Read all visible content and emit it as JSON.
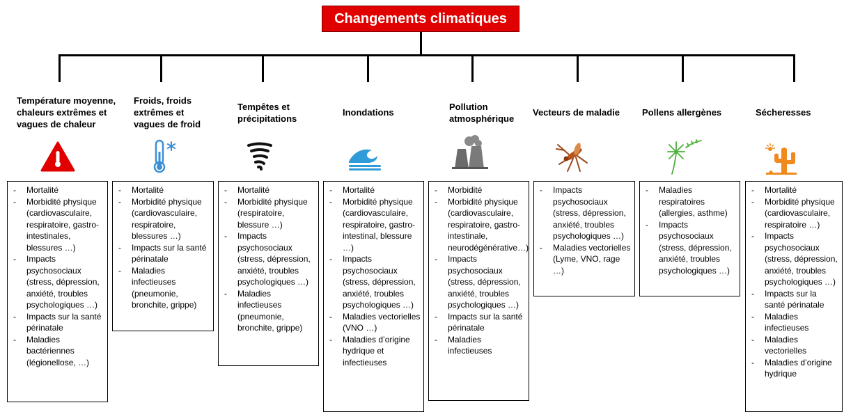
{
  "root": {
    "title": "Changements climatiques",
    "color": "#e00000"
  },
  "categories": [
    {
      "title": "Température moyenne, chaleurs extrêmes et vagues de chaleur",
      "icon": "warning-thermometer-icon",
      "items": [
        "Mortalité",
        "Morbidité physique (cardiovasculaire, respiratoire, gastro-intestinales, blessures …)",
        "Impacts psychosociaux (stress, dépression, anxiété, troubles psychologiques …)",
        "Impacts sur la santé périnatale",
        "Maladies bactériennes (légionellose, …)"
      ]
    },
    {
      "title": "Froids, froids extrêmes et vagues de froid",
      "icon": "thermometer-snowflake-icon",
      "items": [
        "Mortalité",
        "Morbidité physique (cardiovasculaire, respiratoire, blessures …)",
        "Impacts sur la santé périnatale",
        "Maladies infectieuses (pneumonie, bronchite, grippe)"
      ]
    },
    {
      "title": "Tempêtes et précipitations",
      "icon": "tornado-icon",
      "items": [
        "Mortalité",
        "Morbidité physique (respiratoire, blessure …)",
        "Impacts psychosociaux (stress, dépression, anxiété, troubles psychologiques …)",
        "Maladies infectieuses (pneumonie, bronchite, grippe)"
      ]
    },
    {
      "title": "Inondations",
      "icon": "wave-icon",
      "items": [
        "Mortalité",
        "Morbidité physique (cardiovasculaire, respiratoire, gastro-intestinal, blessure …)",
        "Impacts psychosociaux (stress, dépression, anxiété, troubles psychologiques …)",
        "Maladies vectorielles (VNO …)",
        "Maladies d’origine hydrique et infectieuses"
      ]
    },
    {
      "title": "Pollution atmosphérique",
      "icon": "factory-smoke-icon",
      "items": [
        "Morbidité",
        "Morbidité physique (cardiovasculaire, respiratoire, gastro-intestinale, neurodégénérative…)",
        "Impacts psychosociaux (stress, dépression, anxiété, troubles psychologiques …)",
        "Impacts sur la santé périnatale",
        "Maladies infectieuses"
      ]
    },
    {
      "title": "Vecteurs de maladie",
      "icon": "mosquito-icon",
      "items": [
        "Impacts psychosociaux (stress, dépression, anxiété, troubles psychologiques …)",
        "Maladies vectorielles (Lyme, VNO, rage …)"
      ]
    },
    {
      "title": "Pollens allergènes",
      "icon": "dandelion-icon",
      "items": [
        "Maladies respiratoires (allergies, asthme)",
        "Impacts psychosociaux (stress, dépression, anxiété, troubles psychologiques …)"
      ]
    },
    {
      "title": "Sécheresses",
      "icon": "cactus-sun-icon",
      "items": [
        "Mortalité",
        "Morbidité physique (cardiovasculaire, respiratoire …)",
        "Impacts psychosociaux (stress, dépression, anxiété, troubles psychologiques …)",
        "Impacts sur la santé périnatale",
        "Maladies infectieuses",
        "Maladies vectorielles",
        "Maladies d’origine hydrique"
      ]
    }
  ]
}
